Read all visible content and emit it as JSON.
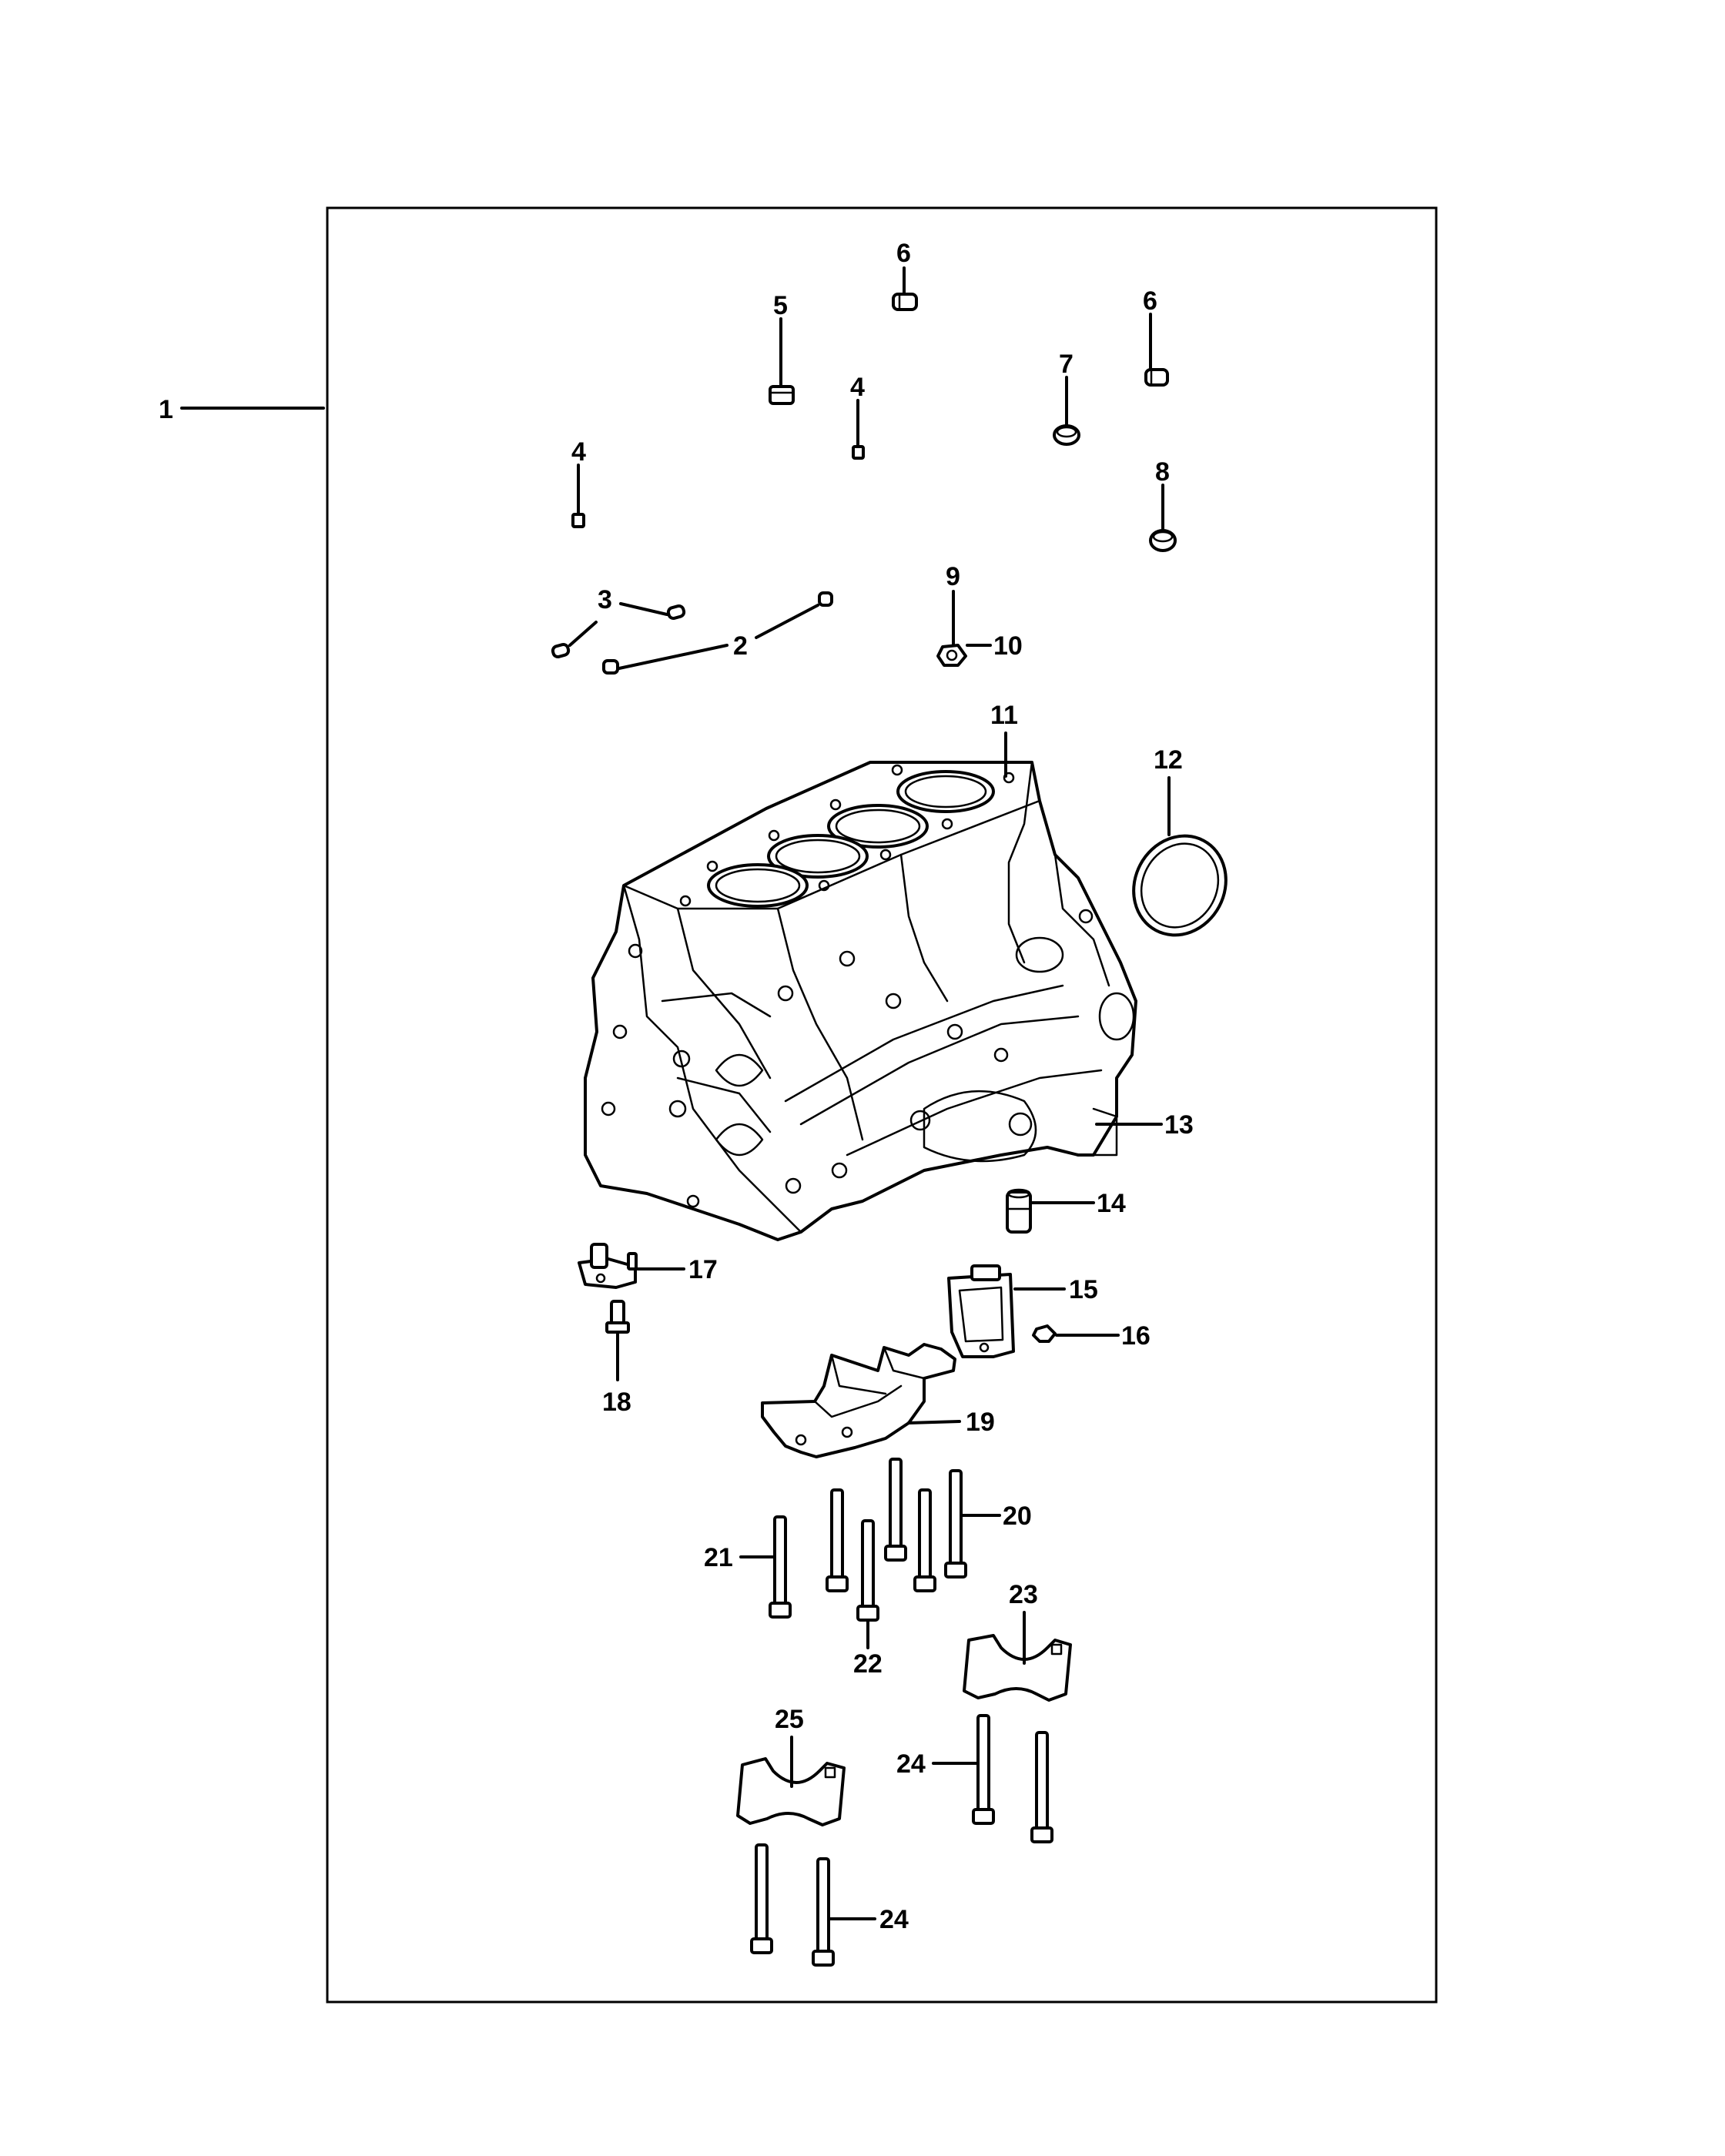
{
  "callouts": [
    {
      "id": "c1",
      "label": "1"
    },
    {
      "id": "c2",
      "label": "2"
    },
    {
      "id": "c3",
      "label": "3"
    },
    {
      "id": "c4a",
      "label": "4"
    },
    {
      "id": "c4b",
      "label": "4"
    },
    {
      "id": "c5",
      "label": "5"
    },
    {
      "id": "c6a",
      "label": "6"
    },
    {
      "id": "c6b",
      "label": "6"
    },
    {
      "id": "c7",
      "label": "7"
    },
    {
      "id": "c8",
      "label": "8"
    },
    {
      "id": "c9",
      "label": "9"
    },
    {
      "id": "c10",
      "label": "10"
    },
    {
      "id": "c11",
      "label": "11"
    },
    {
      "id": "c12",
      "label": "12"
    },
    {
      "id": "c13",
      "label": "13"
    },
    {
      "id": "c14",
      "label": "14"
    },
    {
      "id": "c15",
      "label": "15"
    },
    {
      "id": "c16",
      "label": "16"
    },
    {
      "id": "c17",
      "label": "17"
    },
    {
      "id": "c18",
      "label": "18"
    },
    {
      "id": "c19",
      "label": "19"
    },
    {
      "id": "c20",
      "label": "20"
    },
    {
      "id": "c21",
      "label": "21"
    },
    {
      "id": "c22",
      "label": "22"
    },
    {
      "id": "c23",
      "label": "23"
    },
    {
      "id": "c24a",
      "label": "24"
    },
    {
      "id": "c24b",
      "label": "24"
    },
    {
      "id": "c25",
      "label": "25"
    }
  ]
}
